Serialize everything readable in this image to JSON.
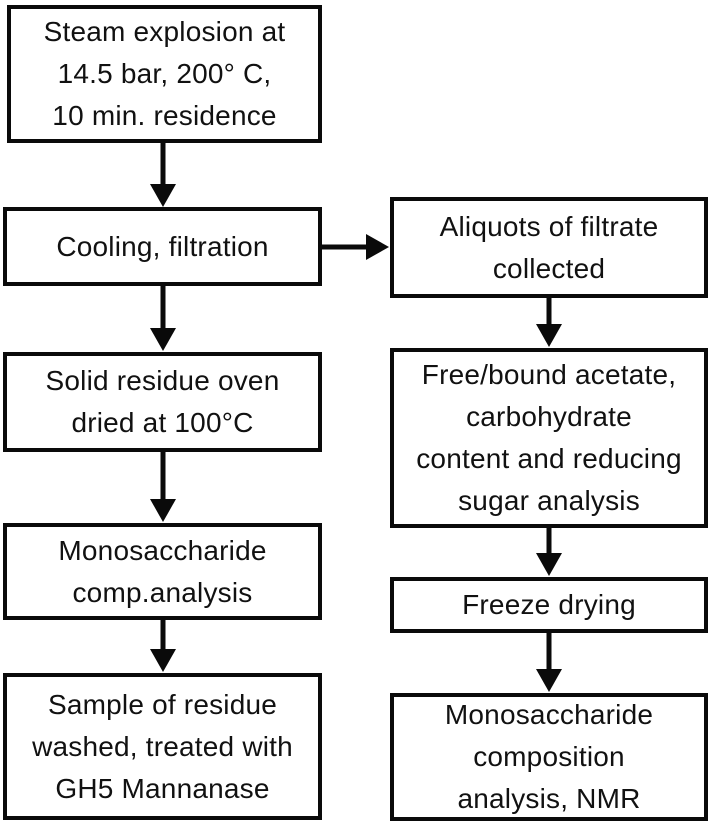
{
  "diagram_type": "flowchart",
  "colors": {
    "line": "#0a0a0a",
    "text": "#111111",
    "bg": "#ffffff"
  },
  "nodes": {
    "steam": {
      "label": "Steam explosion at\n14.5 bar, 200° C,\n10 min. residence"
    },
    "cooling": {
      "label": "Cooling, filtration"
    },
    "solid": {
      "label": "Solid residue oven\ndried at 100°C"
    },
    "mono_comp": {
      "label": "Monosaccharide\ncomp.analysis"
    },
    "sample": {
      "label": "Sample of residue\nwashed, treated with\nGH5 Mannanase"
    },
    "aliquots": {
      "label": "Aliquots of filtrate\ncollected"
    },
    "free_bound": {
      "label": "Free/bound acetate,\ncarbohydrate\ncontent and reducing\nsugar analysis"
    },
    "freeze": {
      "label": "Freeze drying"
    },
    "mono_nmr": {
      "label": "Monosaccharide\ncomposition\nanalysis, NMR"
    }
  },
  "edges": [
    {
      "from": "steam",
      "to": "cooling"
    },
    {
      "from": "cooling",
      "to": "solid"
    },
    {
      "from": "cooling",
      "to": "aliquots"
    },
    {
      "from": "solid",
      "to": "mono_comp"
    },
    {
      "from": "mono_comp",
      "to": "sample"
    },
    {
      "from": "aliquots",
      "to": "free_bound"
    },
    {
      "from": "free_bound",
      "to": "freeze"
    },
    {
      "from": "freeze",
      "to": "mono_nmr"
    }
  ]
}
